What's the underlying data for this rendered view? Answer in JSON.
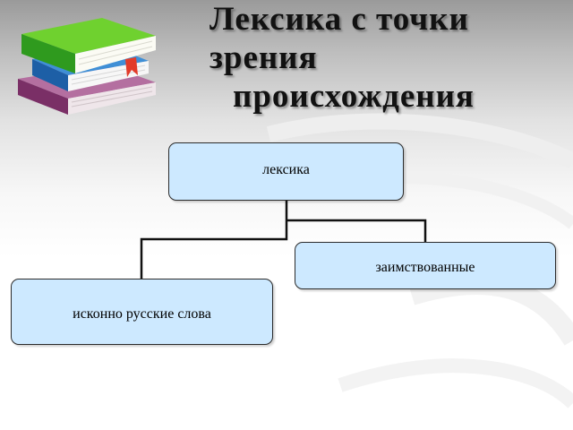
{
  "slide": {
    "title_lines": [
      "Лексика с точки",
      "зрения",
      "происхождения"
    ]
  },
  "diagram": {
    "root": "лексика",
    "branches": [
      {
        "label": "заимствованные"
      },
      {
        "label": "исконно русские слова"
      }
    ]
  },
  "icons": {
    "decoration": "stack-of-books-icon"
  }
}
